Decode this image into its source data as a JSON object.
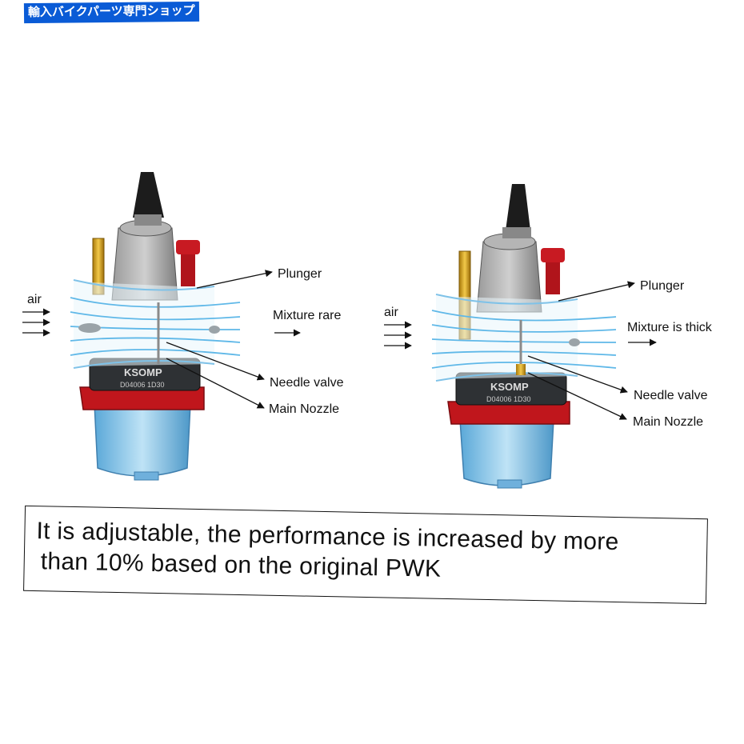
{
  "shop_banner": "輸入バイクパーツ専門ショップ",
  "left_diagram": {
    "air_label": "air",
    "plunger_label": "Plunger",
    "mixture_label": "Mixture rare",
    "needle_label": "Needle valve",
    "nozzle_label": "Main Nozzle",
    "brand_text": "KSOMP",
    "model_code": "D04006 1D30"
  },
  "right_diagram": {
    "air_label": "air",
    "plunger_label": "Plunger",
    "mixture_label": "Mixture is thick",
    "needle_label": "Needle valve",
    "nozzle_label": "Main Nozzle",
    "brand_text": "KSOMP",
    "model_code": "D04006 1D30"
  },
  "note": {
    "line1": "It is adjustable,  the performance is increased by more",
    "line2": "than 10% based on the original PWK"
  },
  "colors": {
    "banner_blue": "#0a5bd6",
    "flow_blue": "#5fb8e8",
    "base_red": "#c0161c",
    "bowl_blue": "#8fc7ea",
    "brass": "#d9a520"
  }
}
